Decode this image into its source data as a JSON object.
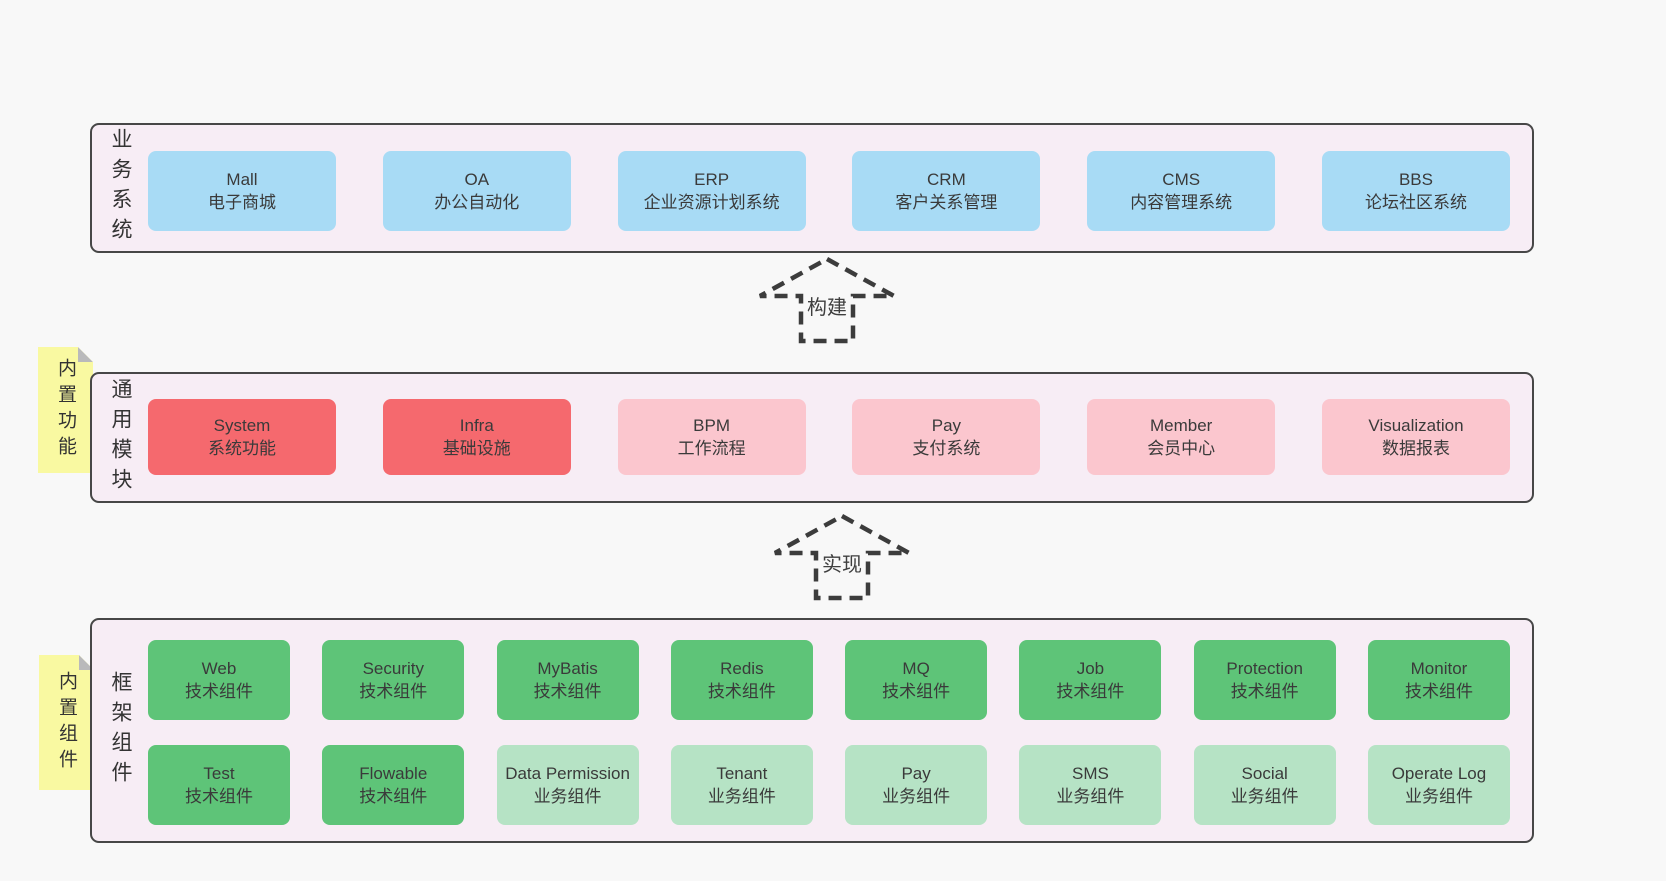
{
  "colors": {
    "page_bg": "#f8f8f8",
    "band_bg": "#f7edf5",
    "band_border": "#474747",
    "box_blue": "#a8dbf5",
    "box_red": "#f5696e",
    "box_pink": "#fbc6ce",
    "box_green": "#5ec478",
    "box_light_green": "#b6e3c5",
    "sticky_yellow": "#f9f9a1",
    "sticky_fold_gray": "#b9b9bb",
    "arrow_stroke": "#3c3c3c",
    "text": "#3a3a3a"
  },
  "bands": [
    {
      "name": "business-systems",
      "label": "业务系统",
      "boxes": [
        {
          "name": "Mall",
          "desc": "电子商城",
          "variant": "blue"
        },
        {
          "name": "OA",
          "desc": "办公自动化",
          "variant": "blue"
        },
        {
          "name": "ERP",
          "desc": "企业资源计划系统",
          "variant": "blue"
        },
        {
          "name": "CRM",
          "desc": "客户关系管理",
          "variant": "blue"
        },
        {
          "name": "CMS",
          "desc": "内容管理系统",
          "variant": "blue"
        },
        {
          "name": "BBS",
          "desc": "论坛社区系统",
          "variant": "blue"
        }
      ]
    },
    {
      "name": "common-modules",
      "label": "通用模块",
      "sticky": "内置功能",
      "boxes": [
        {
          "name": "System",
          "desc": "系统功能",
          "variant": "red"
        },
        {
          "name": "Infra",
          "desc": "基础设施",
          "variant": "red"
        },
        {
          "name": "BPM",
          "desc": "工作流程",
          "variant": "pink"
        },
        {
          "name": "Pay",
          "desc": "支付系统",
          "variant": "pink"
        },
        {
          "name": "Member",
          "desc": "会员中心",
          "variant": "pink"
        },
        {
          "name": "Visualization",
          "desc": "数据报表",
          "variant": "pink"
        }
      ]
    },
    {
      "name": "framework-components",
      "label": "框架组件",
      "sticky": "内置组件",
      "rows": [
        [
          {
            "name": "Web",
            "desc": "技术组件",
            "variant": "green"
          },
          {
            "name": "Security",
            "desc": "技术组件",
            "variant": "green"
          },
          {
            "name": "MyBatis",
            "desc": "技术组件",
            "variant": "green"
          },
          {
            "name": "Redis",
            "desc": "技术组件",
            "variant": "green"
          },
          {
            "name": "MQ",
            "desc": "技术组件",
            "variant": "green"
          },
          {
            "name": "Job",
            "desc": "技术组件",
            "variant": "green"
          },
          {
            "name": "Protection",
            "desc": "技术组件",
            "variant": "green"
          },
          {
            "name": "Monitor",
            "desc": "技术组件",
            "variant": "green"
          }
        ],
        [
          {
            "name": "Test",
            "desc": "技术组件",
            "variant": "green"
          },
          {
            "name": "Flowable",
            "desc": "技术组件",
            "variant": "green"
          },
          {
            "name": "Data Permission",
            "desc": "业务组件",
            "variant": "lightgreen"
          },
          {
            "name": "Tenant",
            "desc": "业务组件",
            "variant": "lightgreen"
          },
          {
            "name": "Pay",
            "desc": "业务组件",
            "variant": "lightgreen"
          },
          {
            "name": "SMS",
            "desc": "业务组件",
            "variant": "lightgreen"
          },
          {
            "name": "Social",
            "desc": "业务组件",
            "variant": "lightgreen"
          },
          {
            "name": "Operate Log",
            "desc": "业务组件",
            "variant": "lightgreen"
          }
        ]
      ]
    }
  ],
  "arrows": [
    {
      "label": "构建"
    },
    {
      "label": "实现"
    }
  ]
}
